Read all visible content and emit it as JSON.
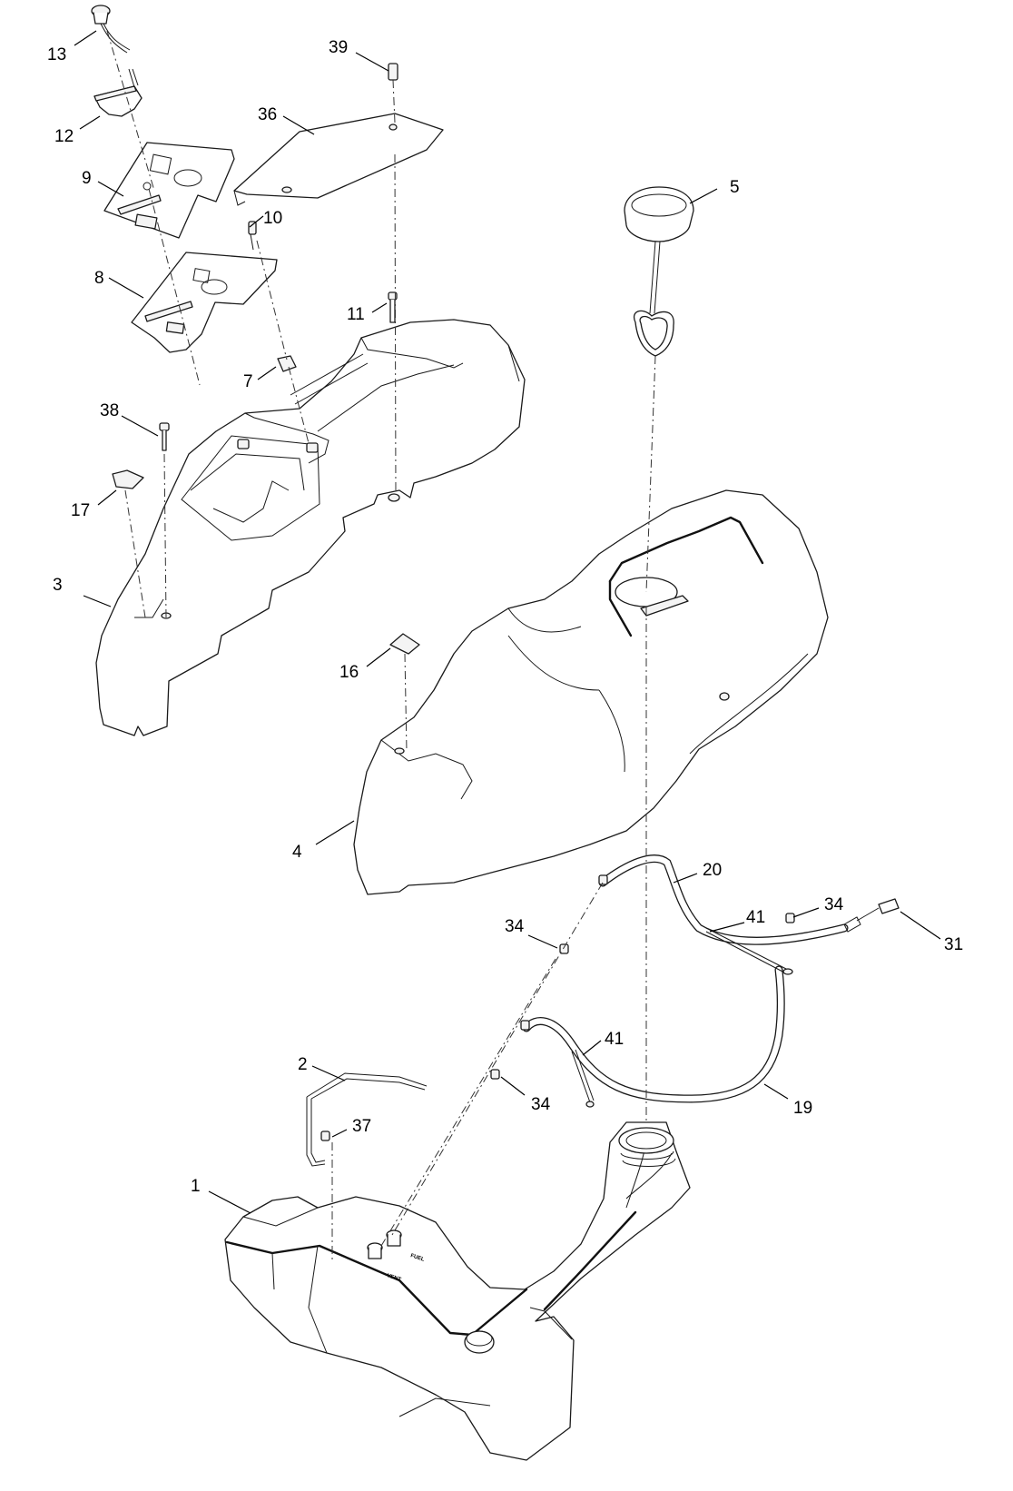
{
  "callouts": {
    "c1": "1",
    "c2": "2",
    "c3": "3",
    "c4": "4",
    "c5": "5",
    "c7": "7",
    "c8": "8",
    "c9": "9",
    "c10": "10",
    "c11": "11",
    "c12": "12",
    "c13": "13",
    "c16": "16",
    "c17": "17",
    "c19": "19",
    "c20": "20",
    "c31": "31",
    "c34a": "34",
    "c34b": "34",
    "c34c": "34",
    "c36": "36",
    "c37": "37",
    "c38": "38",
    "c39": "39",
    "c41a": "41",
    "c41b": "41"
  },
  "tank_markings": {
    "fuel": "FUEL",
    "vent": "VENT"
  }
}
